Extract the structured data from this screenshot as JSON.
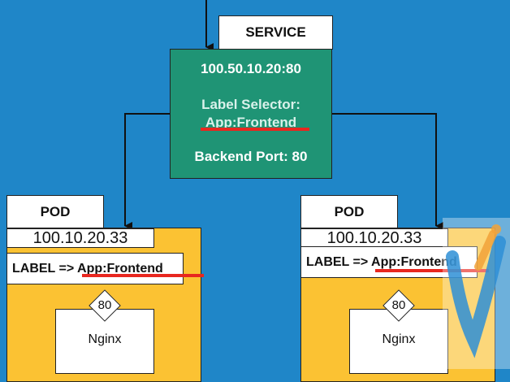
{
  "service": {
    "tab_label": "SERVICE",
    "ip_port": "100.50.10.20:80",
    "selector_heading": "Label Selector:",
    "selector_value": "App:Frontend",
    "backend_port": "Backend Port: 80"
  },
  "pods": [
    {
      "tab_label": "POD",
      "ip": "100.10.20.33",
      "label": "LABEL => App:Frontend",
      "container_port": "80",
      "container_name": "Nginx"
    },
    {
      "tab_label": "POD",
      "ip": "100.10.20.33",
      "label": "LABEL => App:Frontend",
      "container_port": "80",
      "container_name": "Nginx"
    }
  ],
  "colors": {
    "background": "#1f86c8",
    "service": "#1f9475",
    "pod": "#fbc233",
    "highlight": "#e8271f"
  }
}
